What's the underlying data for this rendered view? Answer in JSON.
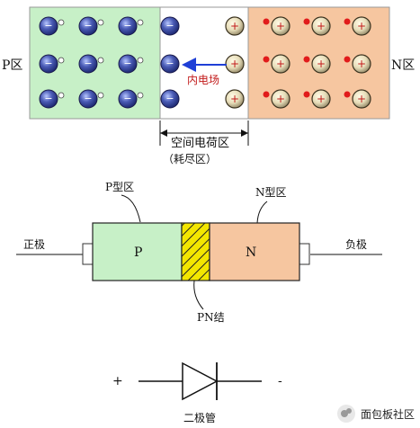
{
  "pn_junction": {
    "p_label": "P区",
    "n_label": "N区",
    "field_label": "内电场",
    "space_charge_label": "空间电荷区",
    "depletion_label": "（耗尽区）",
    "minus_sign": "−",
    "plus_sign": "+"
  },
  "diode_structure": {
    "p_region_label": "P型区",
    "n_region_label": "N型区",
    "anode_label": "正极",
    "cathode_label": "负极",
    "p_text": "P",
    "n_text": "N",
    "junction_label": "PN结"
  },
  "symbol": {
    "plus": "+",
    "minus": "-",
    "caption": "二极管"
  },
  "watermark": {
    "text": "面包板社区"
  },
  "colors": {
    "p_region": "#c7f0c7",
    "n_region": "#f6c6a0",
    "hole": "#d81e1e",
    "ion": "#4a5bb5",
    "junction": "#f3e600"
  }
}
